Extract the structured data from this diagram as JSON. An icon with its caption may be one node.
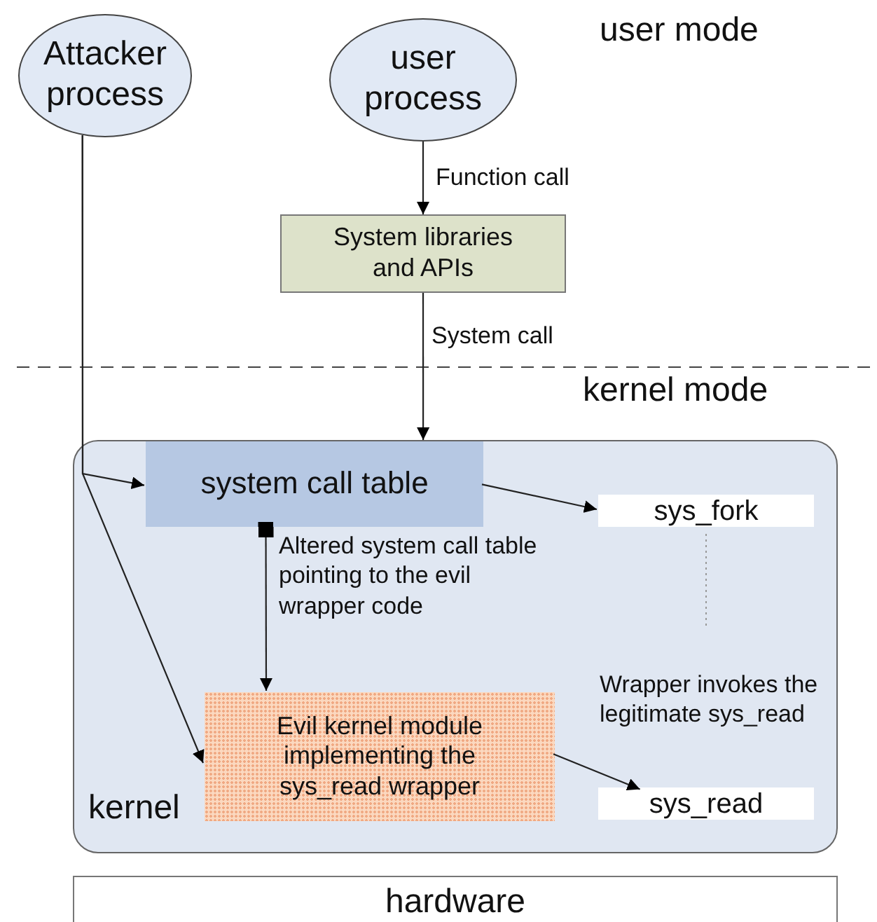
{
  "diagram": {
    "nodes": [
      {
        "text": [
          "Attacker process"
        ]
      },
      {
        "text": [
          "user process"
        ]
      },
      {
        "text": [
          "System libraries and APIs"
        ]
      },
      {
        "text": [
          "kernel"
        ]
      },
      {
        "text": [
          "system call table"
        ],
        "in": 3
      },
      {
        "text": [
          "sys_fork"
        ],
        "in": 3
      },
      {
        "text": [
          "Evil kernel module implementing the sys_read wrapper"
        ],
        "in": 3
      },
      {
        "text": [
          "sys_read"
        ],
        "in": 3
      },
      {
        "text": [
          "hardware"
        ]
      }
    ],
    "edges": [
      {
        "from": 1,
        "to": 2,
        "arrow": "to",
        "label": "Function call"
      },
      {
        "from": 2,
        "to": 4,
        "arrow": "to",
        "label": "System call"
      },
      {
        "from": 0,
        "to": 4,
        "arrow": "to"
      },
      {
        "from": 0,
        "to": 6,
        "arrow": "to"
      },
      {
        "from": 4,
        "to": 5,
        "arrow": "to"
      },
      {
        "from": 4,
        "to": 6,
        "arrow": "to",
        "label": "Altered system call table pointing to the evil wrapper code"
      },
      {
        "from": 6,
        "to": 7,
        "arrow": "to",
        "label": "Wrapper invokes the legitimate sys_read"
      }
    ],
    "labels": [
      "user mode",
      "kernel mode"
    ]
  }
}
